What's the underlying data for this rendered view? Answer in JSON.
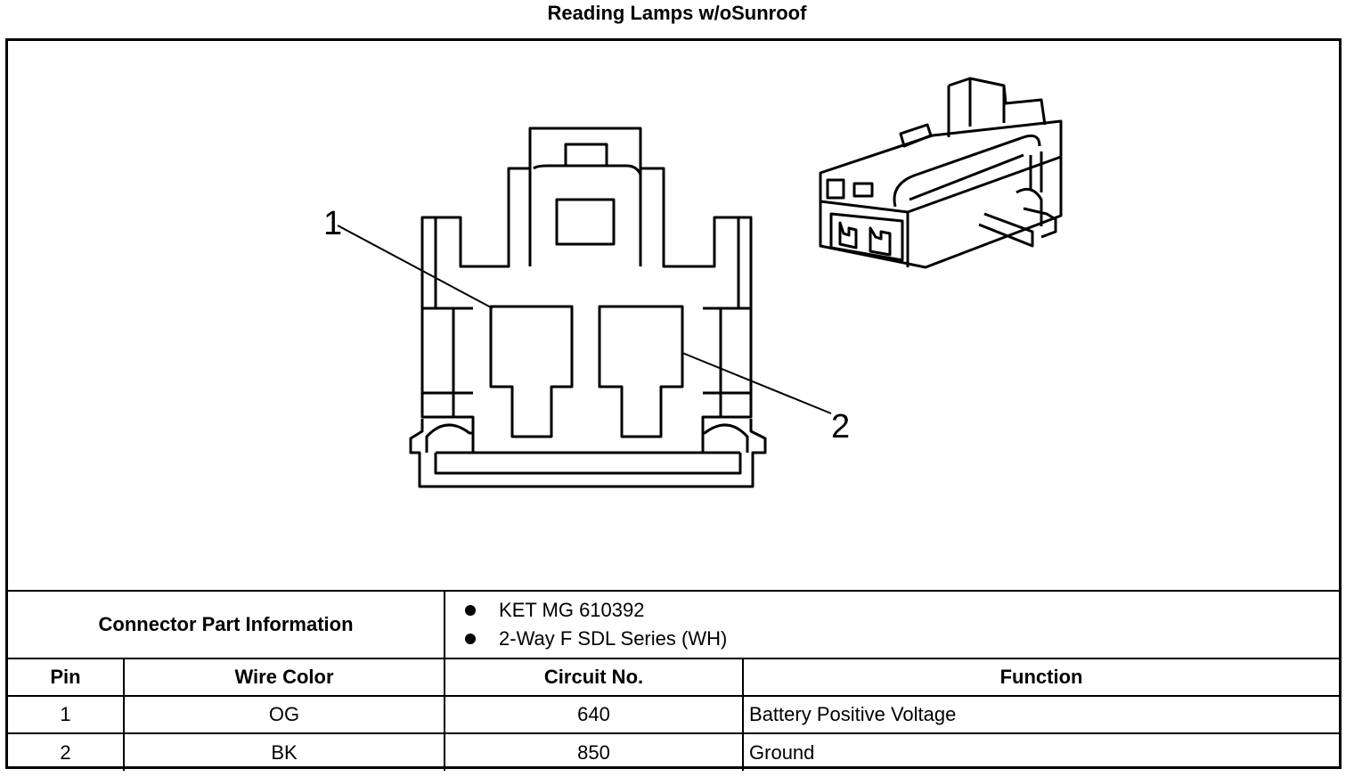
{
  "title": "Reading Lamps w/oSunroof",
  "callouts": {
    "pin1": "1",
    "pin2": "2"
  },
  "connector_info": {
    "label": "Connector Part Information",
    "items": [
      "KET MG 610392",
      "2-Way F SDL Series (WH)"
    ]
  },
  "table": {
    "headers": {
      "pin": "Pin",
      "wire_color": "Wire Color",
      "circuit": "Circuit No.",
      "function": "Function"
    },
    "rows": [
      {
        "pin": "1",
        "wire_color": "OG",
        "circuit": "640",
        "function": "Battery Positive Voltage"
      },
      {
        "pin": "2",
        "wire_color": "BK",
        "circuit": "850",
        "function": "Ground"
      }
    ]
  }
}
